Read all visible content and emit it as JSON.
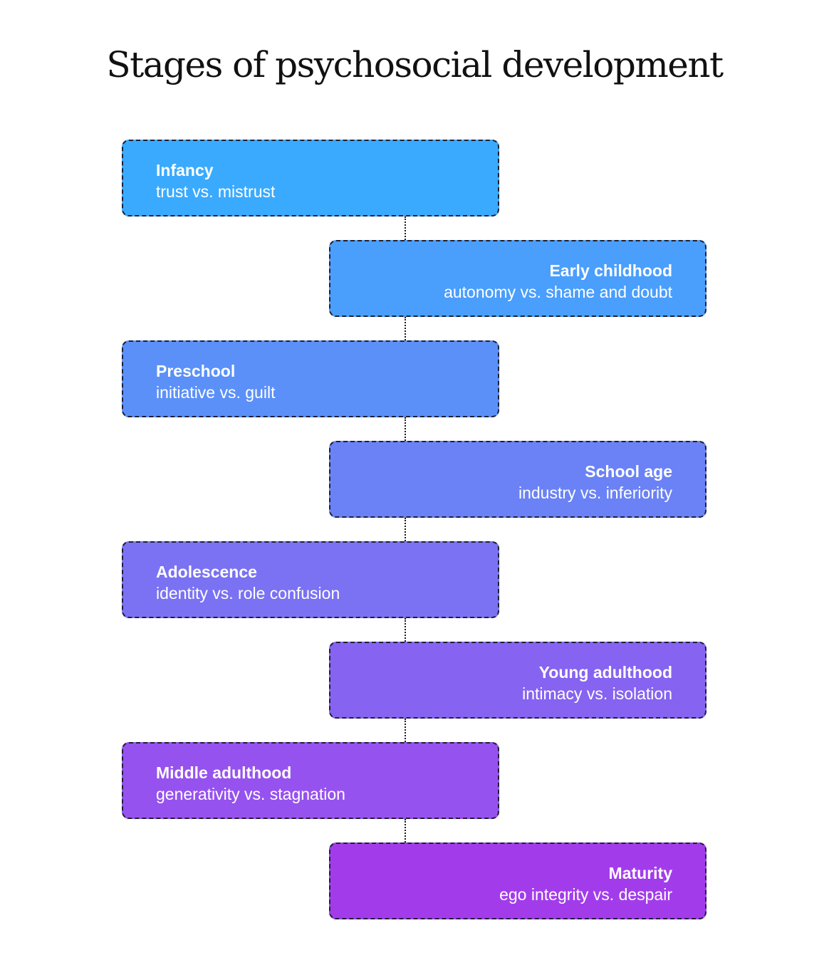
{
  "title": "Stages of psychosocial development",
  "stages": [
    {
      "name": "Infancy",
      "conflict": "trust vs. mistrust",
      "color": "#3aaafe"
    },
    {
      "name": "Early childhood",
      "conflict": "autonomy vs. shame and doubt",
      "color": "#4a9efc"
    },
    {
      "name": "Preschool",
      "conflict": "initiative vs. guilt",
      "color": "#5b90f8"
    },
    {
      "name": "School age",
      "conflict": "industry vs. inferiority",
      "color": "#6a82f5"
    },
    {
      "name": "Adolescence",
      "conflict": "identity vs. role confusion",
      "color": "#7a72f2"
    },
    {
      "name": "Young adulthood",
      "conflict": "intimacy vs. isolation",
      "color": "#8663f0"
    },
    {
      "name": "Middle adulthood",
      "conflict": "generativity vs. stagnation",
      "color": "#9652ee"
    },
    {
      "name": "Maturity",
      "conflict": "ego integrity vs. despair",
      "color": "#a23ceb"
    }
  ]
}
